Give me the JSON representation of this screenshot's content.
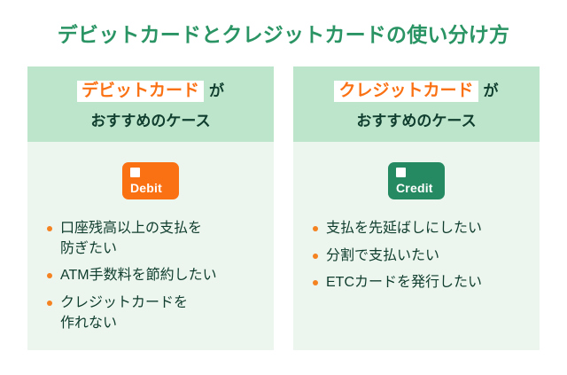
{
  "page": {
    "title": "デビットカードとクレジットカードの使い分け方",
    "title_color": "#2a9464",
    "background_color": "#ffffff",
    "accent_orange": "#fa7114",
    "accent_green": "#258a62",
    "panel_header_bg": "#bde5cb",
    "panel_body_bg": "#ecf5ee",
    "body_text_color": "#0f3d2e"
  },
  "panels": [
    {
      "id": "debit",
      "header": {
        "highlight": "デビットカード",
        "suffix": "が",
        "line2": "おすすめのケース"
      },
      "card": {
        "label": "Debit",
        "color": "#fa7114",
        "chip_color": "#ffffff"
      },
      "items": [
        "口座残高以上の支払を\n防ぎたい",
        "ATM手数料を節約したい",
        "クレジットカードを\n作れない"
      ]
    },
    {
      "id": "credit",
      "header": {
        "highlight": "クレジットカード",
        "suffix": "が",
        "line2": "おすすめのケース"
      },
      "card": {
        "label": "Credit",
        "color": "#258a62",
        "chip_color": "#ffffff"
      },
      "items": [
        "支払を先延ばしにしたい",
        "分割で支払いたい",
        "ETCカードを発行したい"
      ]
    }
  ]
}
